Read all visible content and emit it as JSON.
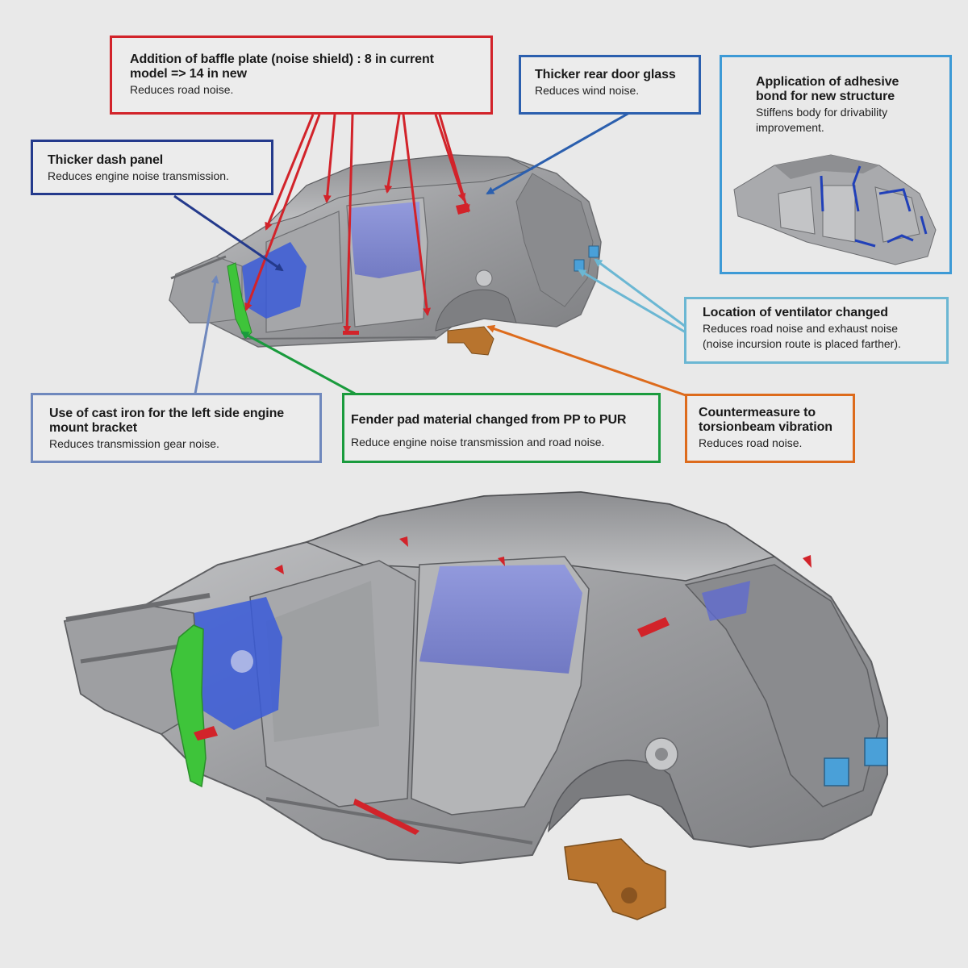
{
  "colors": {
    "background": "#e9e9e9",
    "baffle": "#d2232a",
    "dash_panel": "#243a8c",
    "door_glass": "#2b5fae",
    "adhesive": "#3d9ad6",
    "ventilator": "#6bb7d3",
    "engine_mount": "#6f88bd",
    "fender_pad": "#1a9b3d",
    "torsion_beam": "#dd6b1c",
    "body_metal": "#a7a8aa",
    "dash_blue": "#3a5bd8",
    "fender_green": "#3ec43a",
    "beam_orange": "#b8742e",
    "glass_blue": "#7a86d6"
  },
  "callouts": {
    "baffle": {
      "title": "Addition of baffle plate (noise shield) : 8 in current model => 14 in new",
      "desc": "Reduces road noise."
    },
    "dash_panel": {
      "title": "Thicker dash panel",
      "desc": "Reduces engine noise transmission."
    },
    "door_glass": {
      "title": "Thicker rear door glass",
      "desc": "Reduces wind noise."
    },
    "adhesive": {
      "title": "Application of adhesive bond for new structure",
      "desc": "Stiffens body for drivability improvement."
    },
    "ventilator": {
      "title": "Location of ventilator changed",
      "desc": "Reduces road noise and exhaust noise (noise incursion route is placed farther)."
    },
    "engine_mount": {
      "title": "Use of cast iron for the left side engine mount bracket",
      "desc": "Reduces transmission gear noise."
    },
    "fender_pad": {
      "title": "Fender pad material changed from PP to PUR",
      "desc": "Reduce engine noise transmission and road noise."
    },
    "torsion_beam": {
      "title": "Countermeasure to torsionbeam vibration",
      "desc": "Reduces road noise."
    }
  }
}
